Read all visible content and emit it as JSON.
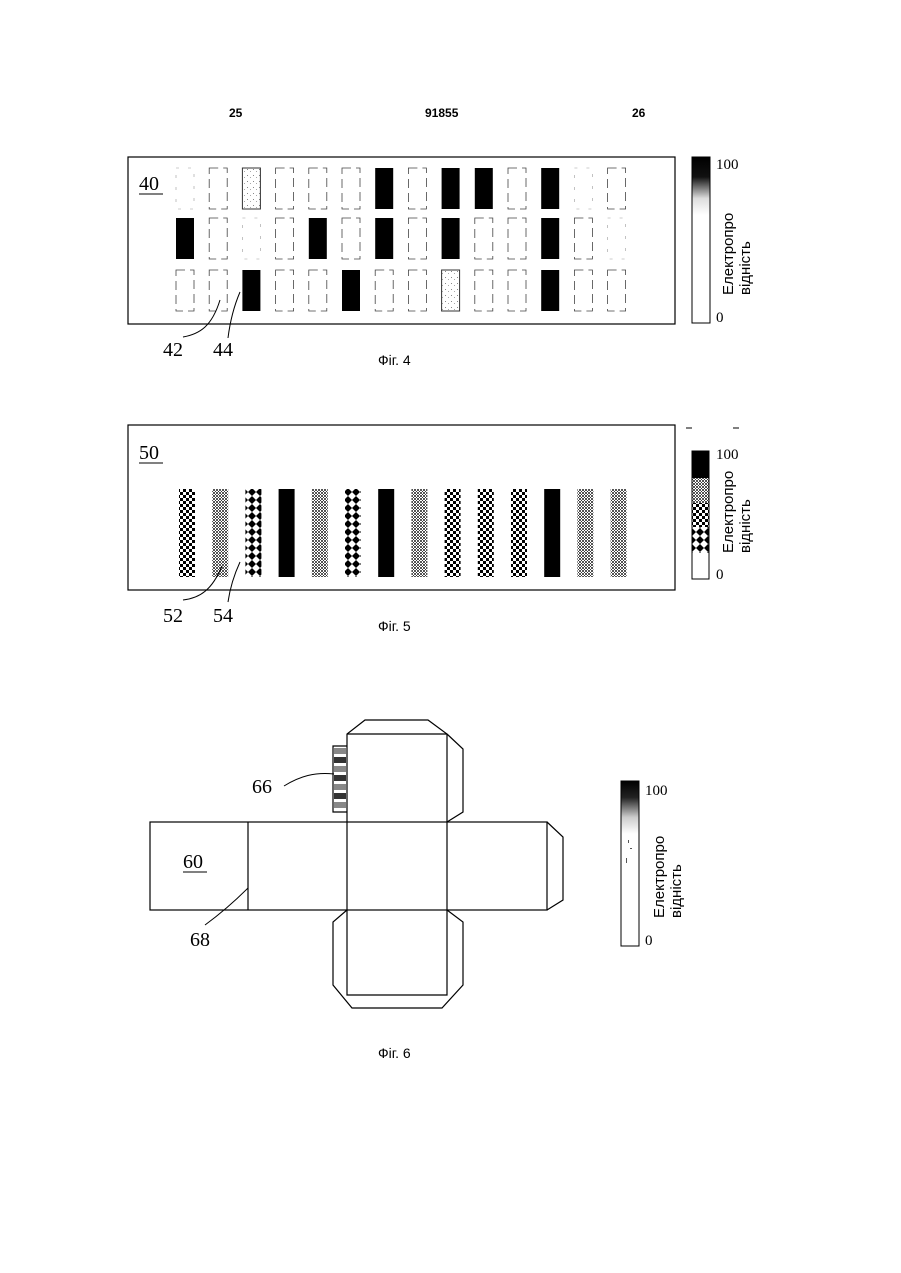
{
  "header": {
    "left_page": "25",
    "patent_number": "91855",
    "right_page": "26"
  },
  "scale": {
    "max": "100",
    "min": "0",
    "label_line1": "Електропро",
    "label_line2": "відність"
  },
  "fig4": {
    "caption": "Фіг. 4",
    "ref_main": "40",
    "ref_a": "42",
    "ref_b": "44"
  },
  "fig5": {
    "caption": "Фіг. 5",
    "ref_main": "50",
    "ref_a": "52",
    "ref_b": "54"
  },
  "fig6": {
    "caption": "Фіг. 6",
    "ref_main": "60",
    "ref_label": "66",
    "ref_fold": "68"
  }
}
